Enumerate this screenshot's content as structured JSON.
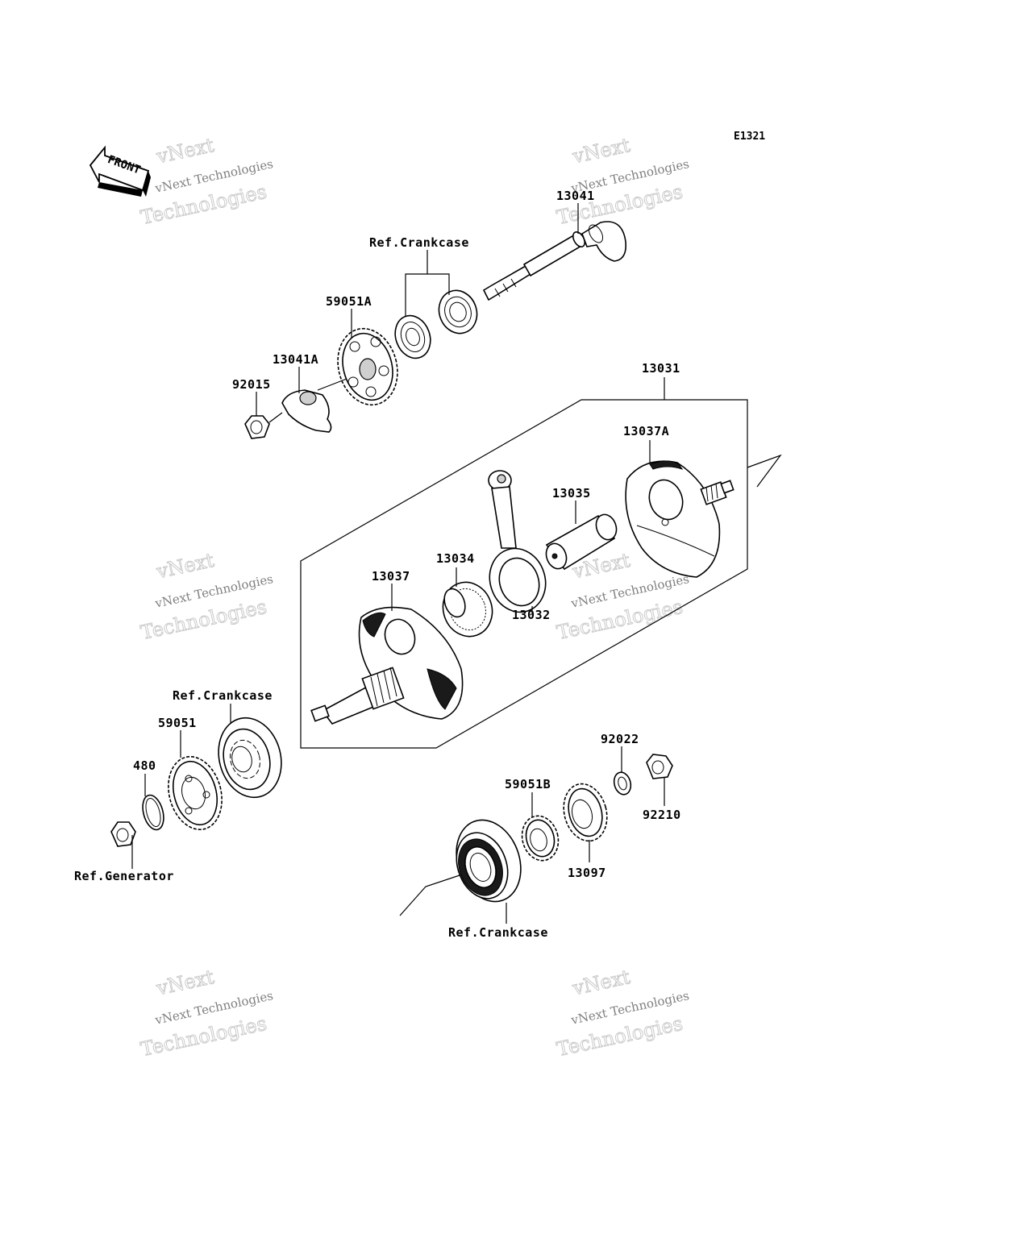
{
  "diagram_code": "E1321",
  "front_label": "FRONT",
  "watermark": {
    "line1": "vNext Technologies",
    "line2": "Technologies",
    "line3": "vNext"
  },
  "callouts": {
    "p13041": "13041",
    "ref_crankcase_top": "Ref.Crankcase",
    "p59051A": "59051A",
    "p13041A": "13041A",
    "p92015": "92015",
    "p13031": "13031",
    "p13037A": "13037A",
    "p13035": "13035",
    "p13034": "13034",
    "p13037": "13037",
    "p13032": "13032",
    "ref_crankcase_left": "Ref.Crankcase",
    "p59051": "59051",
    "p480": "480",
    "ref_generator": "Ref.Generator",
    "p92022": "92022",
    "p59051B": "59051B",
    "p92210": "92210",
    "p13097": "13097",
    "ref_crankcase_bottom": "Ref.Crankcase"
  }
}
